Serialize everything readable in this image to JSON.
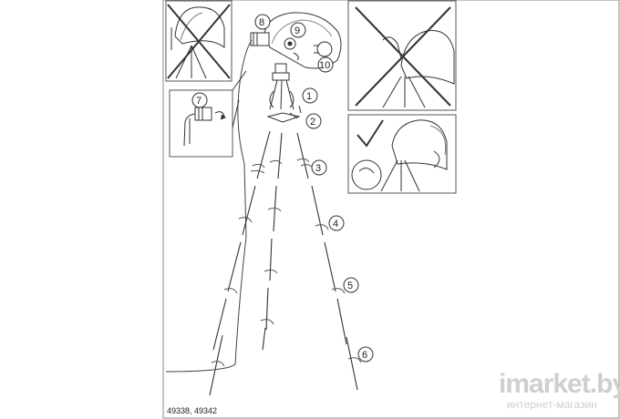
{
  "document": {
    "model_code": "49338, 49342",
    "watermark": {
      "brand": "imarket.by",
      "tagline": "интернет-магазин"
    }
  },
  "steps": [
    "1",
    "2",
    "3",
    "4",
    "5",
    "6",
    "7",
    "8",
    "9",
    "10"
  ],
  "colors": {
    "line": "#333333",
    "frame": "#555555",
    "watermark": "#cfcfcf"
  },
  "icons": [
    "cross-out",
    "checkmark",
    "hand",
    "lamp-shade",
    "tripod-leg",
    "bulb",
    "plug"
  ]
}
